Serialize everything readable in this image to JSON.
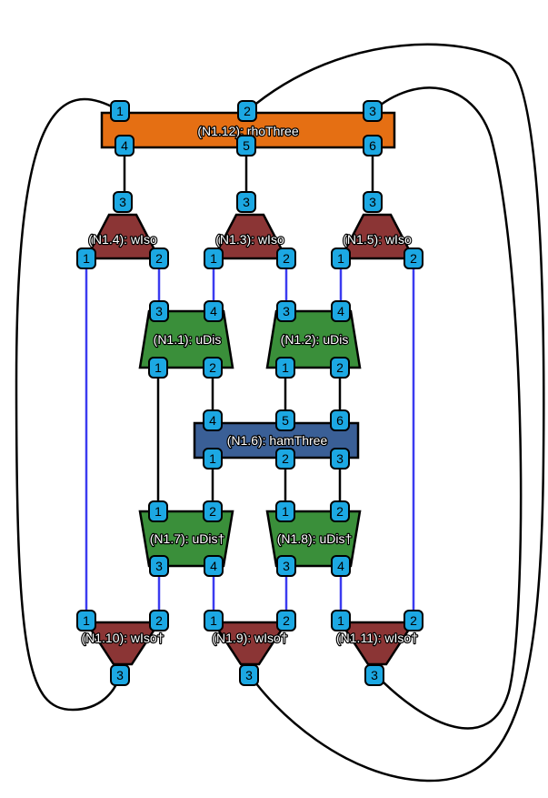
{
  "diagram": {
    "colors": {
      "edge_black": "#000000",
      "edge_blue": "#3b3bf0",
      "port_fill": "#1ca8e3",
      "port_stroke": "#000000",
      "rhoThree": "#e56f13",
      "hamThree": "#3a5f96",
      "uDis": "#3a8f3a",
      "wIso": "#8b3535"
    },
    "nodes": [
      {
        "id": "N1.12",
        "label": "(N1.12): rhoThree",
        "type": "rhoThree",
        "ports": [
          "1",
          "2",
          "3",
          "4",
          "5",
          "6"
        ]
      },
      {
        "id": "N1.4",
        "label": "(N1.4): wIso",
        "type": "wIso",
        "ports": [
          "3",
          "1",
          "2"
        ]
      },
      {
        "id": "N1.3",
        "label": "(N1.3): wIso",
        "type": "wIso",
        "ports": [
          "3",
          "1",
          "2"
        ]
      },
      {
        "id": "N1.5",
        "label": "(N1.5): wIso",
        "type": "wIso",
        "ports": [
          "3",
          "1",
          "2"
        ]
      },
      {
        "id": "N1.1",
        "label": "(N1.1): uDis",
        "type": "uDis",
        "ports": [
          "3",
          "4",
          "1",
          "2"
        ]
      },
      {
        "id": "N1.2",
        "label": "(N1.2): uDis",
        "type": "uDis",
        "ports": [
          "3",
          "4",
          "1",
          "2"
        ]
      },
      {
        "id": "N1.6",
        "label": "(N1.6): hamThree",
        "type": "hamThree",
        "ports": [
          "4",
          "5",
          "6",
          "1",
          "2",
          "3"
        ]
      },
      {
        "id": "N1.7",
        "label": "(N1.7): uDis†",
        "type": "uDis",
        "ports": [
          "1",
          "2",
          "3",
          "4"
        ]
      },
      {
        "id": "N1.8",
        "label": "(N1.8): uDis†",
        "type": "uDis",
        "ports": [
          "1",
          "2",
          "3",
          "4"
        ]
      },
      {
        "id": "N1.10",
        "label": "(N1.10): wIso†",
        "type": "wIso",
        "ports": [
          "1",
          "2",
          "3"
        ]
      },
      {
        "id": "N1.9",
        "label": "(N1.9): wIso†",
        "type": "wIso",
        "ports": [
          "1",
          "2",
          "3"
        ]
      },
      {
        "id": "N1.11",
        "label": "(N1.11): wIso†",
        "type": "wIso",
        "ports": [
          "1",
          "2",
          "3"
        ]
      }
    ]
  }
}
